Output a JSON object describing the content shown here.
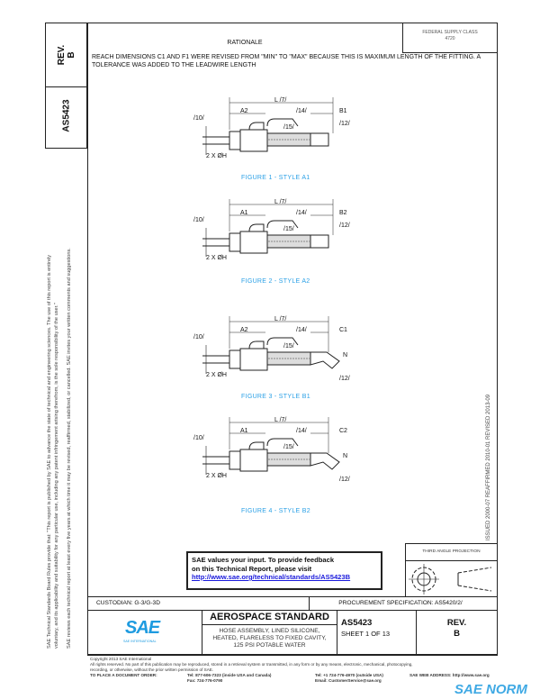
{
  "doc_number": "AS5423",
  "revision_label": "REV.",
  "revision": "B",
  "federal_supply_class": "FEDERAL SUPPLY CLASS",
  "federal_supply_class_value": "4720",
  "rationale": {
    "heading": "RATIONALE",
    "text": "REACH DIMENSIONS C1 AND F1 WERE REVISED FROM \"MIN\" TO \"MAX\" BECAUSE THIS IS MAXIMUM LENGTH OF THE FITTING. A TOLERANCE WAS ADDED TO THE LEADWIRE LENGTH"
  },
  "figures": [
    {
      "caption": "FIGURE 1 - STYLE A1",
      "labels": {
        "l": "L /7/",
        "a": "A2",
        "b": "B1",
        "n14": "/14/",
        "n15": "/15/",
        "n10": "/10/",
        "n12": "/12/",
        "h": "2 X ØH"
      }
    },
    {
      "caption": "FIGURE 2 - STYLE A2",
      "labels": {
        "l": "L /7/",
        "a": "A1",
        "b": "B2",
        "n14": "/14/",
        "n15": "/15/",
        "n10": "/10/",
        "n12": "/12/",
        "h": "2 X ØH"
      }
    },
    {
      "caption": "FIGURE 3 - STYLE B1",
      "labels": {
        "l": "L /7/",
        "a": "A2",
        "b": "C1",
        "n14": "/14/",
        "n15": "/15/",
        "n10": "/10/",
        "n12": "/12/",
        "h": "2 X ØH",
        "n": "N"
      }
    },
    {
      "caption": "FIGURE 4 - STYLE B2",
      "labels": {
        "l": "L /7/",
        "a": "A1",
        "b": "C2",
        "n14": "/14/",
        "n15": "/15/",
        "n10": "/10/",
        "n12": "/12/",
        "h": "2 X ØH",
        "n": "N"
      }
    }
  ],
  "disclaimer": {
    "line1": "SAE Technical Standards Board Rules provide that: \"This report is published by SAE to advance the state of technical and engineering sciences. The use of this report is entirely",
    "line2": "voluntary, and its applicability and suitability for any particular use, including any patent infringement arising therefrom, is the sole responsibility of the user.\"",
    "line3": "SAE reviews each technical report at least every five years at which time it may be revised, reaffirmed, stabilized, or cancelled. SAE invites your written comments and suggestions."
  },
  "history": "ISSUED 2000-07    REAFFIRMED 2010-01    REVISED 2013-09",
  "feedback": {
    "line1": "SAE values your input. To provide feedback",
    "line2": "on this Technical Report, please visit",
    "link": "http://www.sae.org/technical/standards/AS5423B"
  },
  "third_angle_projection": "THIRD ANGLE PROJECTION",
  "custodian": "CUSTODIAN: G-3/G-3D",
  "procurement_spec": "PROCUREMENT SPECIFICATION: AS5420/2/",
  "title_block": {
    "logo": "SAE INTERNATIONAL",
    "heading": "AEROSPACE STANDARD",
    "title_lines": [
      "HOSE ASSEMBLY, LINED SILICONE,",
      "HEATED, FLARELESS TO FIXED CAVITY,",
      "125 PSI POTABLE WATER"
    ],
    "doc_number": "AS5423",
    "sheet": "SHEET 1 OF 13",
    "rev_label": "REV.",
    "rev": "B"
  },
  "footer": {
    "copyright": "Copyright 2013 SAE International",
    "rights1": "All rights reserved. No part of this publication may be reproduced, stored in a retrieval system or transmitted, in any form or by any means, electronic, mechanical, photocopying,",
    "rights2": "recording, or otherwise, without the prior written permission of SAE.",
    "order_label": "TO PLACE A DOCUMENT ORDER:",
    "tel1": "Tel: 877-606-7323 (inside USA and Canada)",
    "tel2": "Tel: +1 724-776-4970 (outside USA)",
    "fax": "Fax: 724-776-0790",
    "email": "Email: CustomerService@sae.org",
    "web": "SAE WEB ADDRESS: http://www.sae.org",
    "watermark": "SAE NORM"
  },
  "colors": {
    "sae_blue": "#1e9be0",
    "caption_blue": "#2aa0e6",
    "link_blue": "#1a1adc"
  }
}
